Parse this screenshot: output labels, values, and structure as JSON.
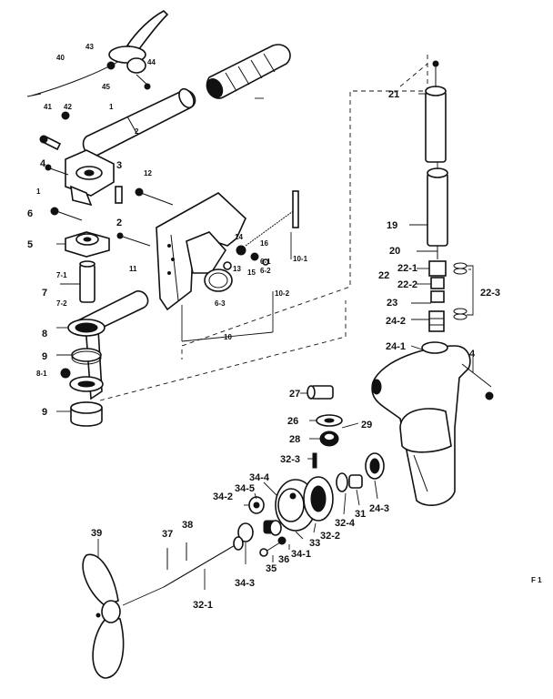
{
  "diagram": {
    "labels": {
      "l40": "40",
      "l43": "43",
      "l44": "44",
      "l45": "45",
      "l41": "41",
      "l42": "42",
      "l2_top": "2",
      "l1_top": "1",
      "l4_left": "4",
      "l3": "3",
      "l1": "1",
      "l6": "6",
      "l2": "2",
      "l5": "5",
      "l7_1": "7-1",
      "l7": "7",
      "l7_2": "7-2",
      "l8": "8",
      "l9": "9",
      "l8_1": "8-1",
      "l9b": "9",
      "l12": "12",
      "l11": "11",
      "l10": "10",
      "l14": "14",
      "l15": "15",
      "l16": "16",
      "l13": "13",
      "l6_1": "6-1",
      "l6_2": "6-2",
      "l6_3": "6-3",
      "l10_1": "10-1",
      "l10_2": "10-2",
      "l21": "21",
      "l19": "19",
      "l20": "20",
      "l22": "22",
      "l22_1": "22-1",
      "l22_2": "22-2",
      "l22_3": "22-3",
      "l23": "23",
      "l24_2": "24-2",
      "l24_1": "24-1",
      "l4_right": "4",
      "l27": "27",
      "l26": "26",
      "l29": "29",
      "l28": "28",
      "l32_3": "32-3",
      "l34_4": "34-4",
      "l34_5": "34-5",
      "l34_2": "34-2",
      "l37": "37",
      "l38": "38",
      "l39": "39",
      "l33": "33",
      "l32_2": "32-2",
      "l32_4": "32-4",
      "l31": "31",
      "l24_3": "24-3",
      "l34_1": "34-1",
      "l36": "36",
      "l35": "35",
      "l34_3": "34-3",
      "l32_1": "32-1",
      "page_mark": "F 1"
    }
  }
}
